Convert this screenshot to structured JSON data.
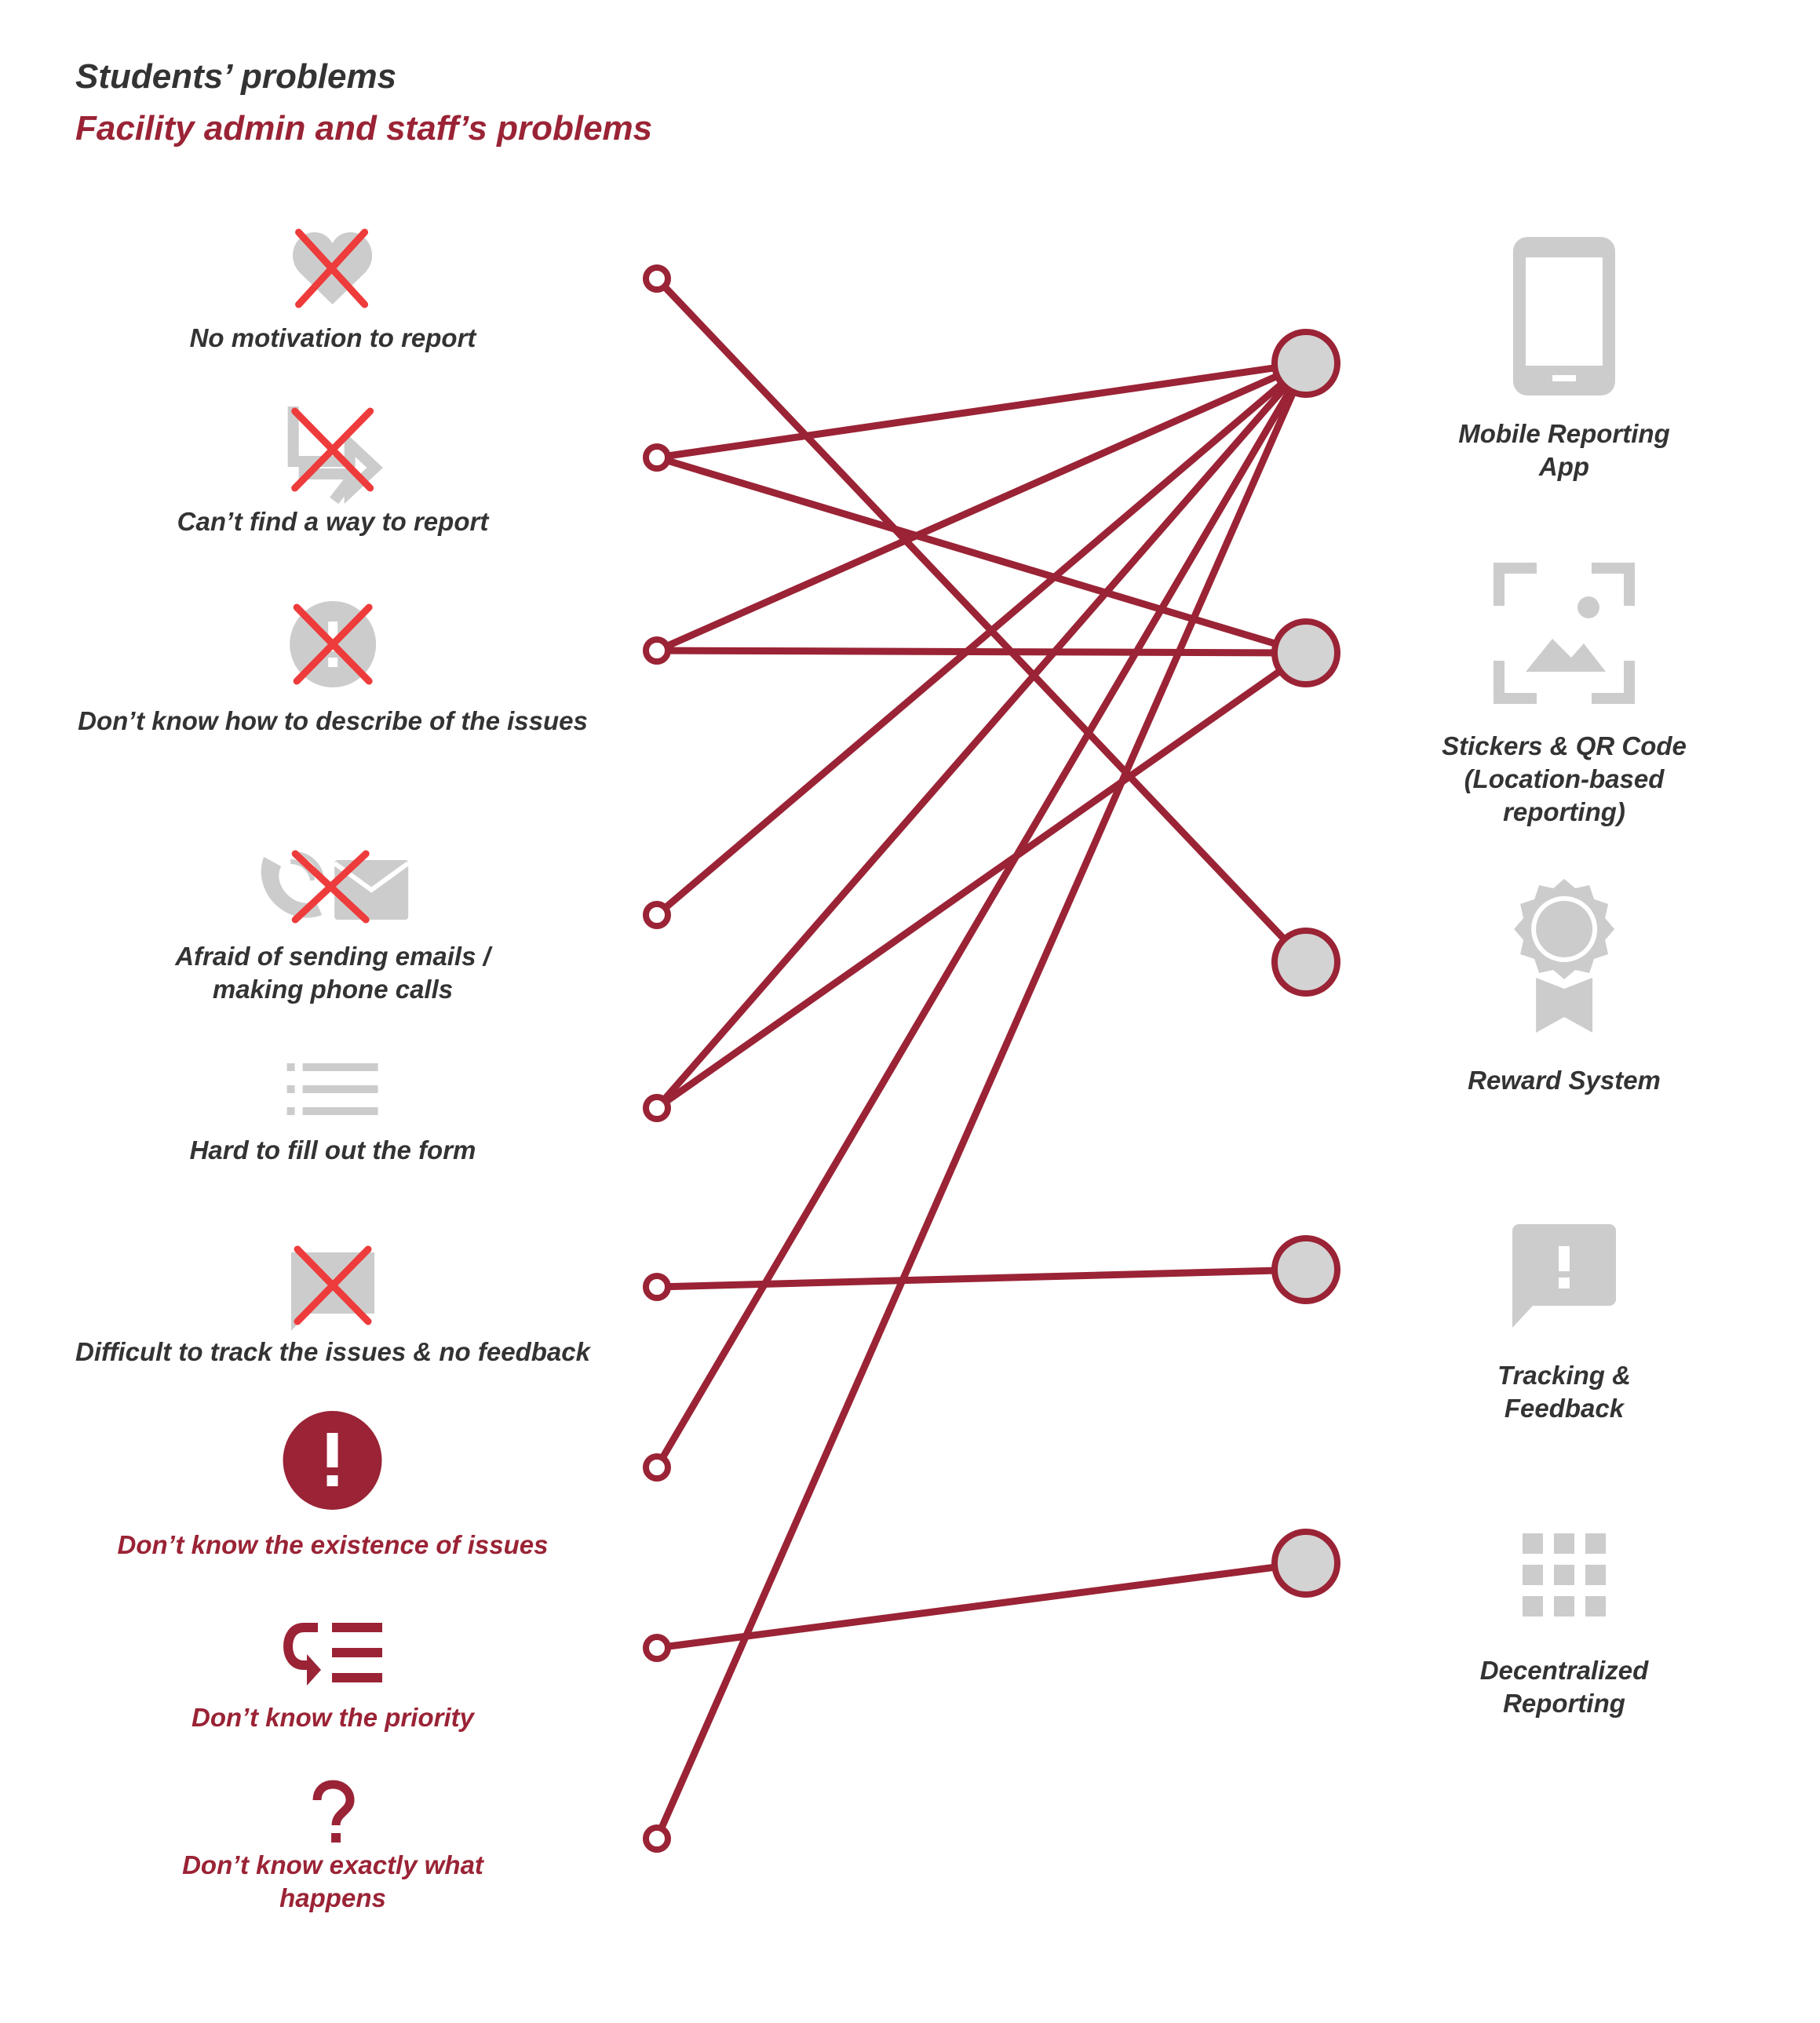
{
  "legend": {
    "students": "Students’ problems",
    "staff": "Facility admin and staff’s problems"
  },
  "colors": {
    "student_text": "#333333",
    "staff_text": "#9a2335",
    "connector": "#9a2335",
    "icon_gray": "#cccccc",
    "cross_red": "#ee3b3b"
  },
  "problems": [
    {
      "id": "p1",
      "label": "No motivation to report",
      "icon": "heart-crossed-icon",
      "group": "students"
    },
    {
      "id": "p2",
      "label": "Can’t find a way to report",
      "icon": "direction-crossed-icon",
      "group": "students"
    },
    {
      "id": "p3",
      "label": "Don’t know how to describe of the issues",
      "icon": "info-crossed-icon",
      "group": "students"
    },
    {
      "id": "p4",
      "label": "Afraid of sending emails /\nmaking phone calls",
      "icon": "phone-mail-crossed-icon",
      "group": "students"
    },
    {
      "id": "p5",
      "label": "Hard to fill out the form",
      "icon": "list-icon",
      "group": "students"
    },
    {
      "id": "p6",
      "label": "Difficult to track the issues & no feedback",
      "icon": "message-crossed-icon",
      "group": "students"
    },
    {
      "id": "p7",
      "label": "Don’t know the existence of issues",
      "icon": "alert-circle-icon",
      "group": "staff"
    },
    {
      "id": "p8",
      "label": "Don’t know the priority",
      "icon": "priority-list-icon",
      "group": "staff"
    },
    {
      "id": "p9",
      "label": "Don’t know exactly what\nhappens",
      "icon": "question-mark-icon",
      "group": "staff"
    }
  ],
  "solutions": [
    {
      "id": "s1",
      "label": "Mobile Reporting App",
      "icon": "smartphone-icon"
    },
    {
      "id": "s2",
      "label": "Stickers & QR Code\n(Location-based reporting)",
      "icon": "image-frame-icon"
    },
    {
      "id": "s3",
      "label": "Reward System",
      "icon": "award-badge-icon"
    },
    {
      "id": "s4",
      "label": "Tracking & Feedback",
      "icon": "feedback-message-icon"
    },
    {
      "id": "s5",
      "label": "Decentralized Reporting",
      "icon": "grid-icon"
    }
  ],
  "connections": [
    {
      "from": "p1",
      "to": "s3"
    },
    {
      "from": "p2",
      "to": "s1"
    },
    {
      "from": "p2",
      "to": "s2"
    },
    {
      "from": "p3",
      "to": "s1"
    },
    {
      "from": "p3",
      "to": "s2"
    },
    {
      "from": "p4",
      "to": "s1"
    },
    {
      "from": "p5",
      "to": "s1"
    },
    {
      "from": "p5",
      "to": "s2"
    },
    {
      "from": "p6",
      "to": "s4"
    },
    {
      "from": "p7",
      "to": "s1"
    },
    {
      "from": "p8",
      "to": "s5"
    },
    {
      "from": "p9",
      "to": "s1"
    }
  ]
}
